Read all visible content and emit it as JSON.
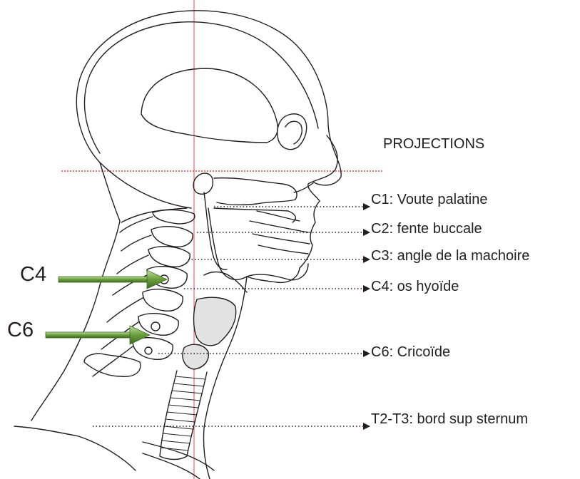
{
  "heading": "PROJECTIONS",
  "projections": [
    {
      "label": "C1: Voute palatine"
    },
    {
      "label": "C2: fente buccale"
    },
    {
      "label": "C3: angle de la machoire"
    },
    {
      "label": "C4: os hyoïde"
    },
    {
      "label": "C6: Cricoïde"
    },
    {
      "label": "T2-T3: bord sup sternum"
    }
  ],
  "markers": [
    {
      "label": "C4"
    },
    {
      "label": "C6"
    }
  ],
  "colors": {
    "outline": "#231f20",
    "guide_line": "#e8444a",
    "arrow_fill": "#6a9c3c",
    "cartilage_fill": "#e2e2e2"
  }
}
